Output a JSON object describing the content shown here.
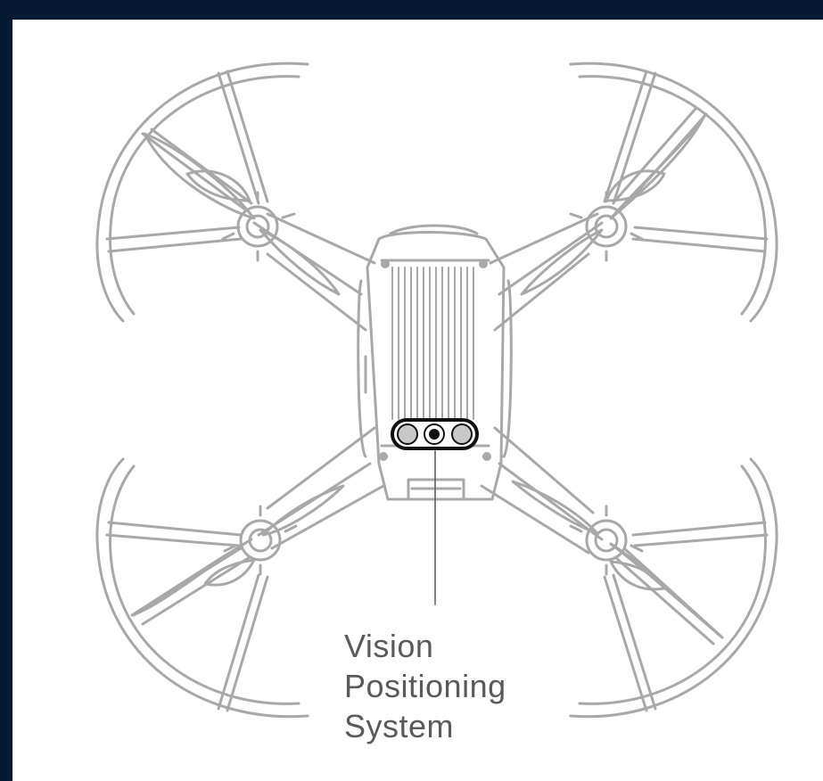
{
  "diagram": {
    "callout": {
      "line1": "Vision",
      "line2": "Positioning",
      "line3": "System"
    },
    "colors": {
      "background_border": "#061a33",
      "panel": "#ffffff",
      "outline": "#a8a8a8",
      "highlight": "#111111",
      "text": "#5a5a5a"
    }
  }
}
